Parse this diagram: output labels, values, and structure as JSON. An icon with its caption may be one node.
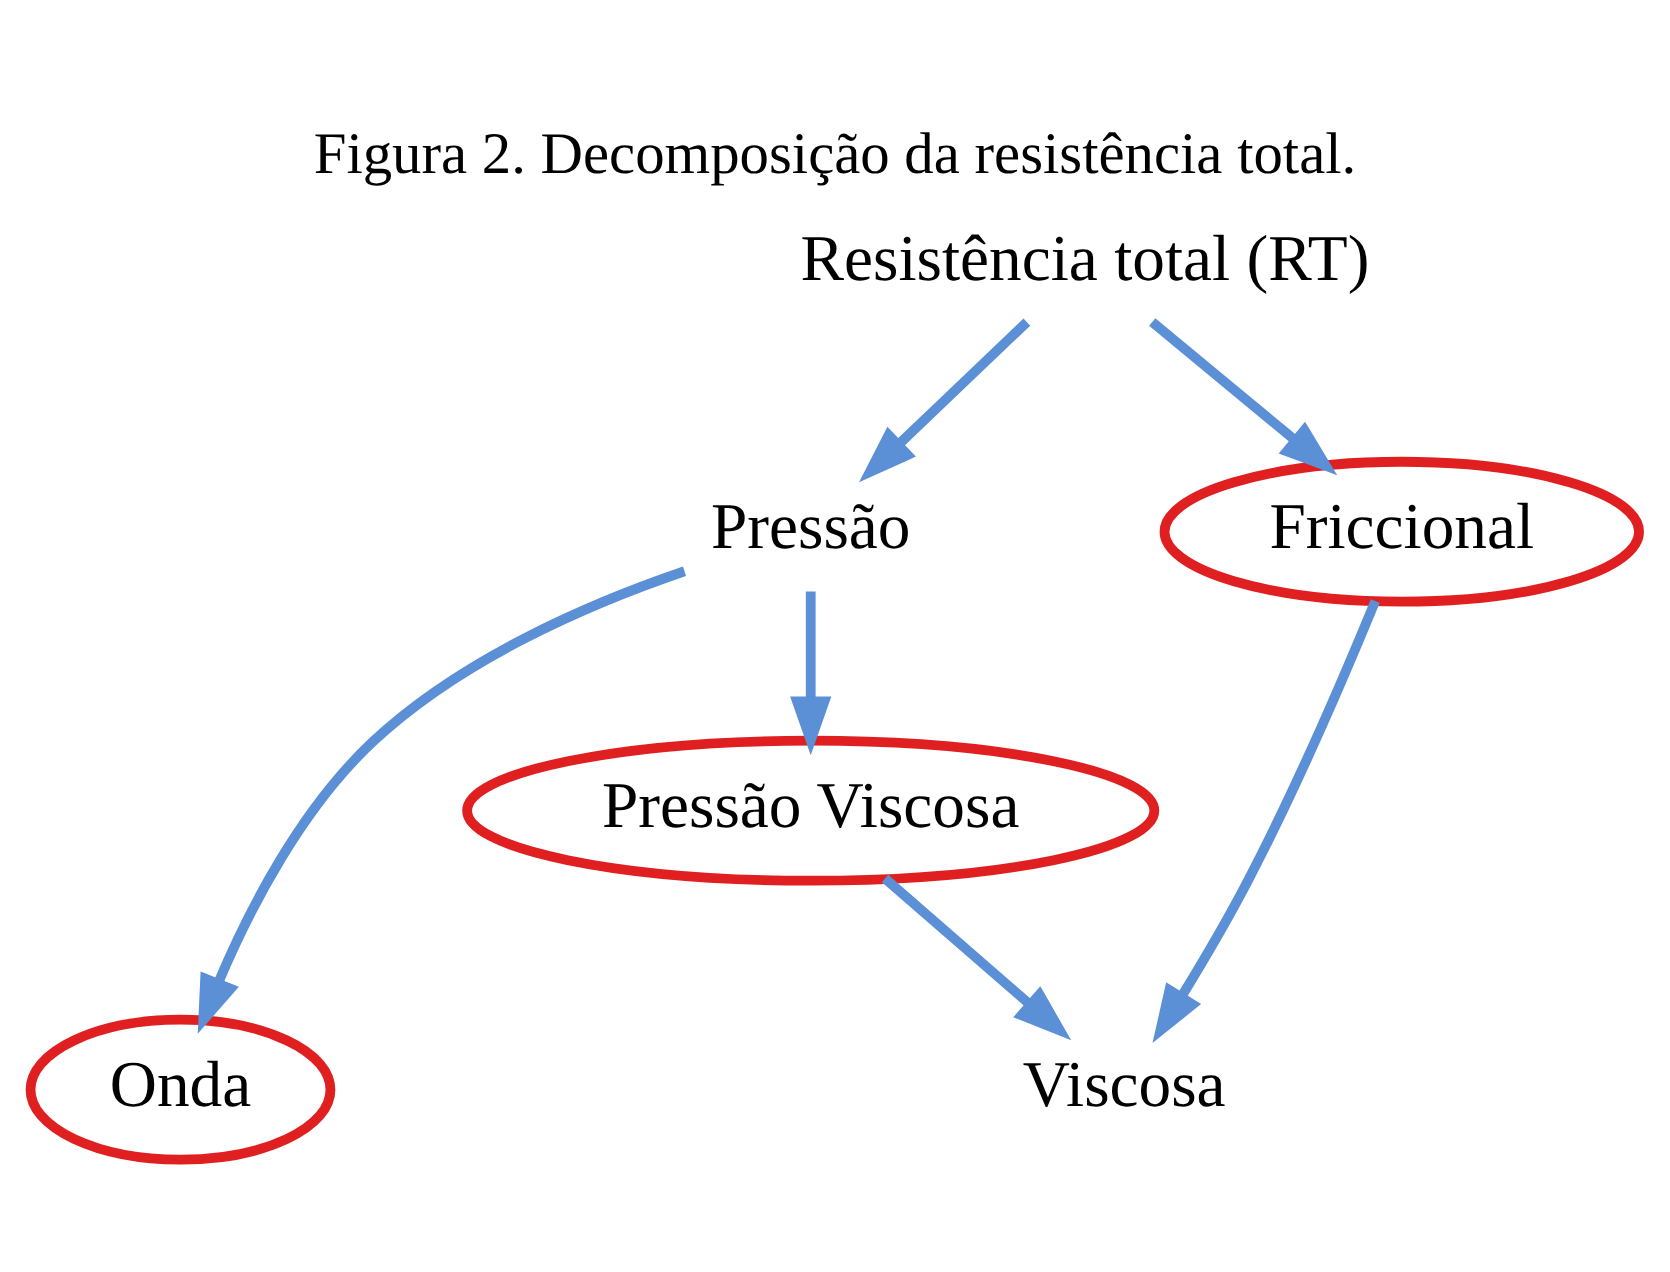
{
  "diagram": {
    "title": "Figura 2. Decomposição da resistência total.",
    "nodes": [
      {
        "text": [
          "Resistência total (RT)"
        ]
      },
      {
        "text": [
          "Pressão"
        ]
      },
      {
        "text": [
          "Friccional"
        ]
      },
      {
        "text": [
          "Pressão Viscosa"
        ]
      },
      {
        "text": [
          "Onda"
        ]
      },
      {
        "text": [
          "Viscosa"
        ]
      }
    ],
    "edges": [
      {
        "from": 0,
        "to": 1,
        "arrow": "to"
      },
      {
        "from": 0,
        "to": 2,
        "arrow": "to"
      },
      {
        "from": 1,
        "to": 4,
        "arrow": "to"
      },
      {
        "from": 1,
        "to": 3,
        "arrow": "to"
      },
      {
        "from": 2,
        "to": 5,
        "arrow": "to"
      },
      {
        "from": 3,
        "to": 5,
        "arrow": "to"
      }
    ]
  }
}
